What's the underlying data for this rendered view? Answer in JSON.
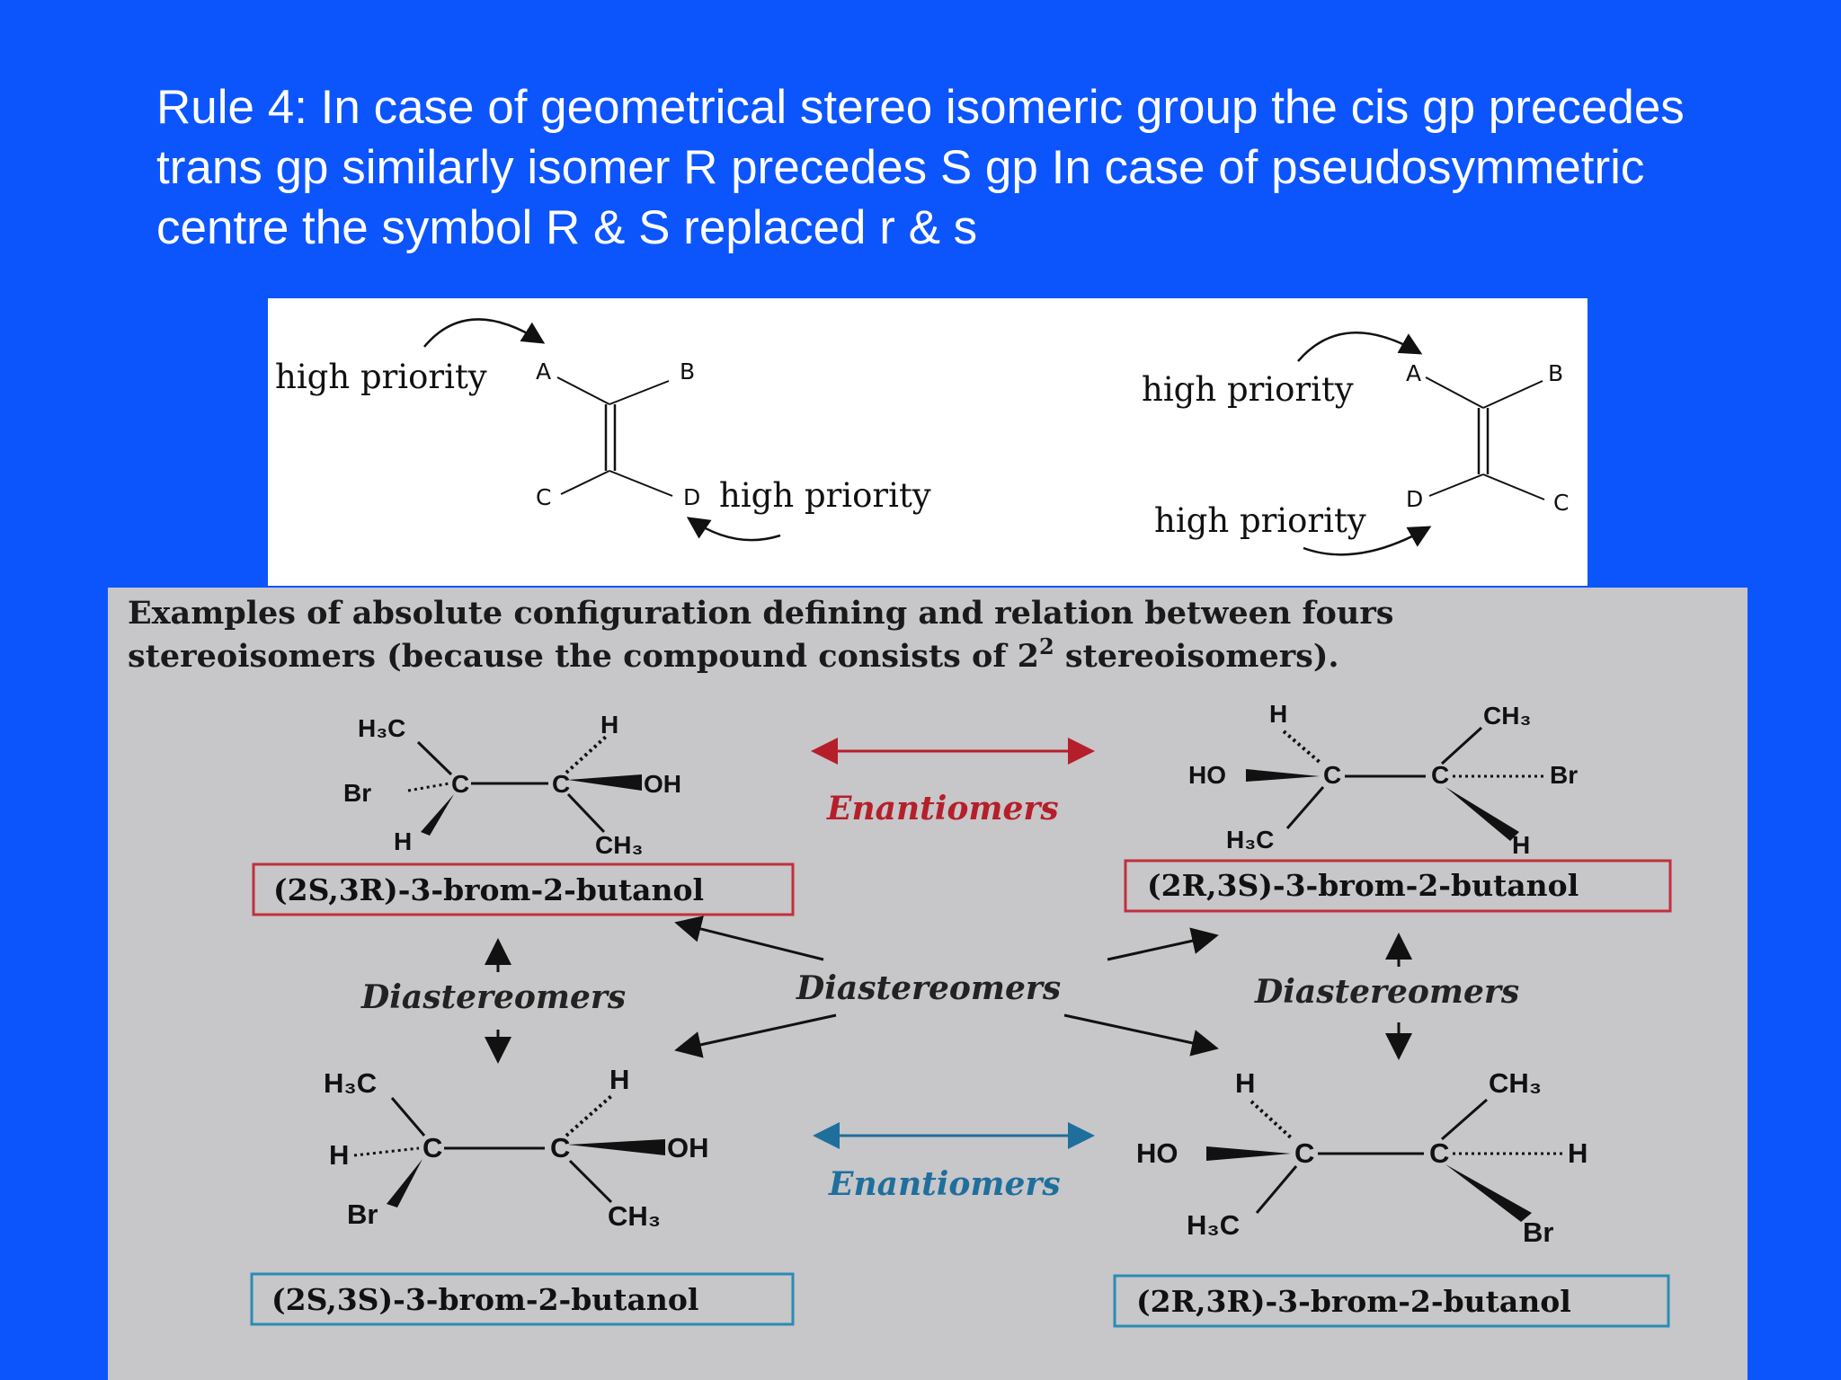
{
  "slide": {
    "title": "Rule 4: In case of geometrical stereo isomeric group the cis gp precedes trans gp similarly isomer R precedes S gp In case of pseudosymmetric centre the symbol R & S replaced r & s"
  },
  "ez_diagram": {
    "left": {
      "high_priority_top": "high priority",
      "high_priority_bottom": "high priority",
      "atoms": {
        "a": "A",
        "b": "B",
        "c": "C",
        "d": "D"
      }
    },
    "right": {
      "high_priority_top": "high priority",
      "high_priority_bottom": "high priority",
      "atoms": {
        "a": "A",
        "b": "B",
        "c": "C",
        "d": "D"
      }
    }
  },
  "examples": {
    "caption_line1": "Examples of absolute configuration defining and relation between fours",
    "caption_line2": "stereoisomers (because the compound consists of 2",
    "caption_sup": "2",
    "caption_line2_end": " stereoisomers).",
    "relations": {
      "enantiomers_top": "Enantiomers",
      "enantiomers_bottom": "Enantiomers",
      "diastereomers_left": "Diastereomers",
      "diastereomers_center": "Diastereomers",
      "diastereomers_right": "Diastereomers"
    },
    "names": {
      "top_left": "(2S,3R)-3-brom-2-butanol",
      "top_right": "(2R,3S)-3-brom-2-butanol",
      "bottom_left": "(2S,3S)-3-brom-2-butanol",
      "bottom_right": "(2R,3R)-3-brom-2-butanol"
    },
    "molecules": {
      "top_left": {
        "h3c": "H₃C",
        "br": "Br",
        "c1": "C",
        "c2": "C",
        "h_bottom": "H",
        "h_top": "H",
        "oh": "OH",
        "ch3": "CH₃"
      },
      "top_right": {
        "h": "H",
        "ho": "HO",
        "c1": "C",
        "c2": "C",
        "h3c": "H₃C",
        "ch3": "CH₃",
        "br": "Br",
        "h_bottom": "H"
      },
      "bottom_left": {
        "h3c": "H₃C",
        "h": "H",
        "c1": "C",
        "c2": "C",
        "br": "Br",
        "h_top": "H",
        "oh": "OH",
        "ch3": "CH₃"
      },
      "bottom_right": {
        "h": "H",
        "ho": "HO",
        "c1": "C",
        "c2": "C",
        "h3c": "H₃C",
        "ch3": "CH₃",
        "h_right": "H",
        "br": "Br"
      }
    },
    "colors": {
      "enantiomer_red": "#b51f2a",
      "enantiomer_blue": "#1f6f9c",
      "box_red": "#c0303c",
      "box_blue": "#2a8cb5"
    }
  }
}
